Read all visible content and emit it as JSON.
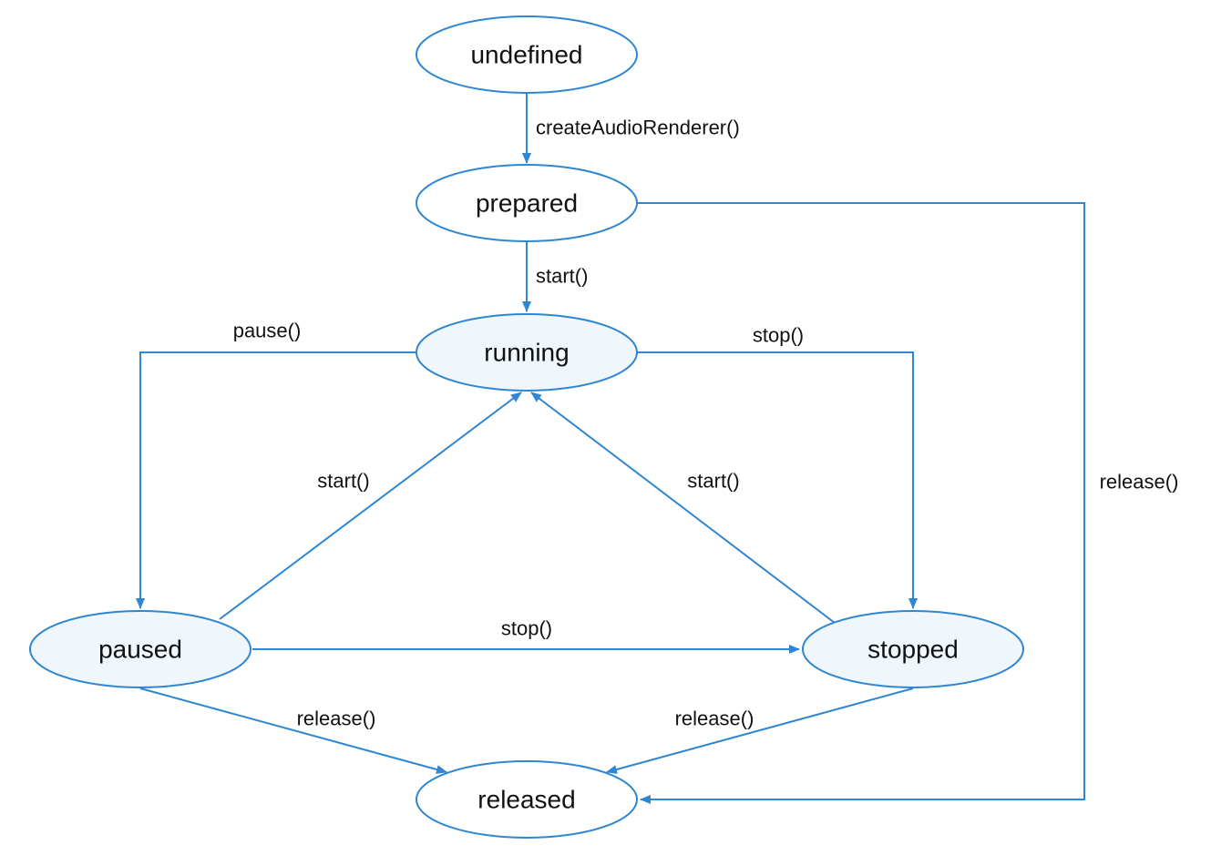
{
  "colors": {
    "stroke": "#2f86d2",
    "active_fill": "#eff7fc",
    "idle_fill": "#ffffff",
    "text": "#111111"
  },
  "nodes": {
    "undefined": {
      "label": "undefined",
      "filled": false
    },
    "prepared": {
      "label": "prepared",
      "filled": false
    },
    "running": {
      "label": "running",
      "filled": true
    },
    "paused": {
      "label": "paused",
      "filled": true
    },
    "stopped": {
      "label": "stopped",
      "filled": true
    },
    "released": {
      "label": "released",
      "filled": false
    }
  },
  "edges": {
    "undefined_prepared": {
      "from": "undefined",
      "to": "prepared",
      "label": "createAudioRenderer()"
    },
    "prepared_running": {
      "from": "prepared",
      "to": "running",
      "label": "start()"
    },
    "running_paused": {
      "from": "running",
      "to": "paused",
      "label": "pause()"
    },
    "running_stopped": {
      "from": "running",
      "to": "stopped",
      "label": "stop()"
    },
    "paused_running": {
      "from": "paused",
      "to": "running",
      "label": "start()"
    },
    "stopped_running": {
      "from": "stopped",
      "to": "running",
      "label": "start()"
    },
    "paused_stopped": {
      "from": "paused",
      "to": "stopped",
      "label": "stop()"
    },
    "paused_released": {
      "from": "paused",
      "to": "released",
      "label": "release()"
    },
    "stopped_released": {
      "from": "stopped",
      "to": "released",
      "label": "release()"
    },
    "prepared_released": {
      "from": "prepared",
      "to": "released",
      "label": "release()"
    }
  }
}
